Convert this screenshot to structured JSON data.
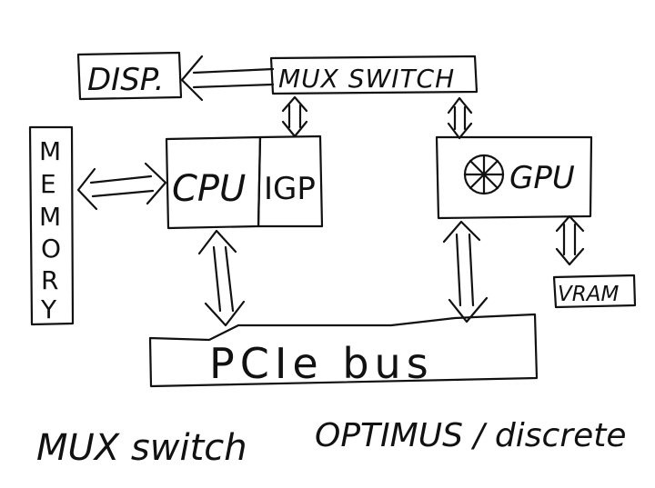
{
  "diagram": {
    "labels": {
      "display": "DISP.",
      "mux_switch_box": "MUX SWITCH",
      "memory_letters": [
        "M",
        "E",
        "M",
        "O",
        "R",
        "Y"
      ],
      "cpu": "CPU",
      "igp": "IGP",
      "gpu": "GPU",
      "vram": "VRAM",
      "pcie_bus": "PCIe bus"
    },
    "captions": {
      "mux_switch": "MUX switch",
      "optimus_discrete": "OPTIMUS / discrete"
    },
    "colors": {
      "ink": "#111111",
      "background": "#ffffff"
    },
    "icons": {
      "gpu_chip": "fan-wheel-icon"
    }
  }
}
